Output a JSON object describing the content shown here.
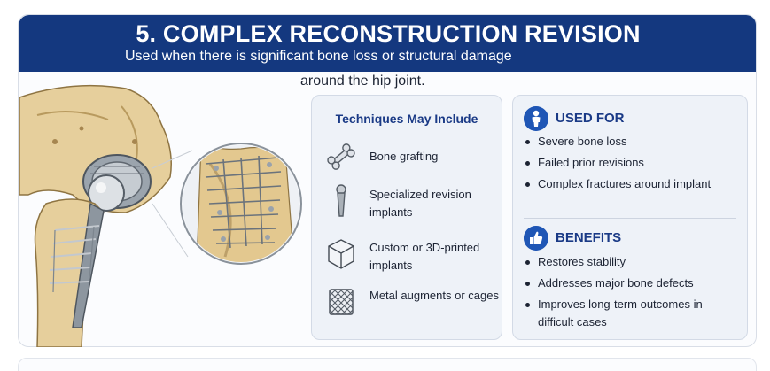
{
  "header": {
    "title": "5. COMPLEX RECONSTRUCTION REVISION",
    "subtitle_line1": "Used when there is significant bone loss or structural damage",
    "subtitle_line2": "around the hip joint."
  },
  "techniques": {
    "title": "Techniques May Include",
    "items": [
      {
        "label": "Bone grafting",
        "icon": "bone-icon"
      },
      {
        "label": "Specialized revision implants",
        "icon": "implant-stem-icon"
      },
      {
        "label": "Custom or 3D-printed implants",
        "icon": "cube-icon"
      },
      {
        "label": "Metal augments or cages",
        "icon": "mesh-cage-icon"
      }
    ]
  },
  "used_for": {
    "title": "USED FOR",
    "icon": "person-icon",
    "items": [
      "Severe bone loss",
      "Failed prior revisions",
      "Complex fractures around implant"
    ]
  },
  "benefits": {
    "title": "BENEFITS",
    "icon": "thumbs-up-icon",
    "items": [
      "Restores stability",
      "Addresses major bone defects",
      "Improves long-term outcomes in difficult cases"
    ]
  },
  "colors": {
    "header_bg": "#14387f",
    "accent": "#1f56b5",
    "title_text": "#1a3a86",
    "panel_bg": "#eef2f8"
  }
}
